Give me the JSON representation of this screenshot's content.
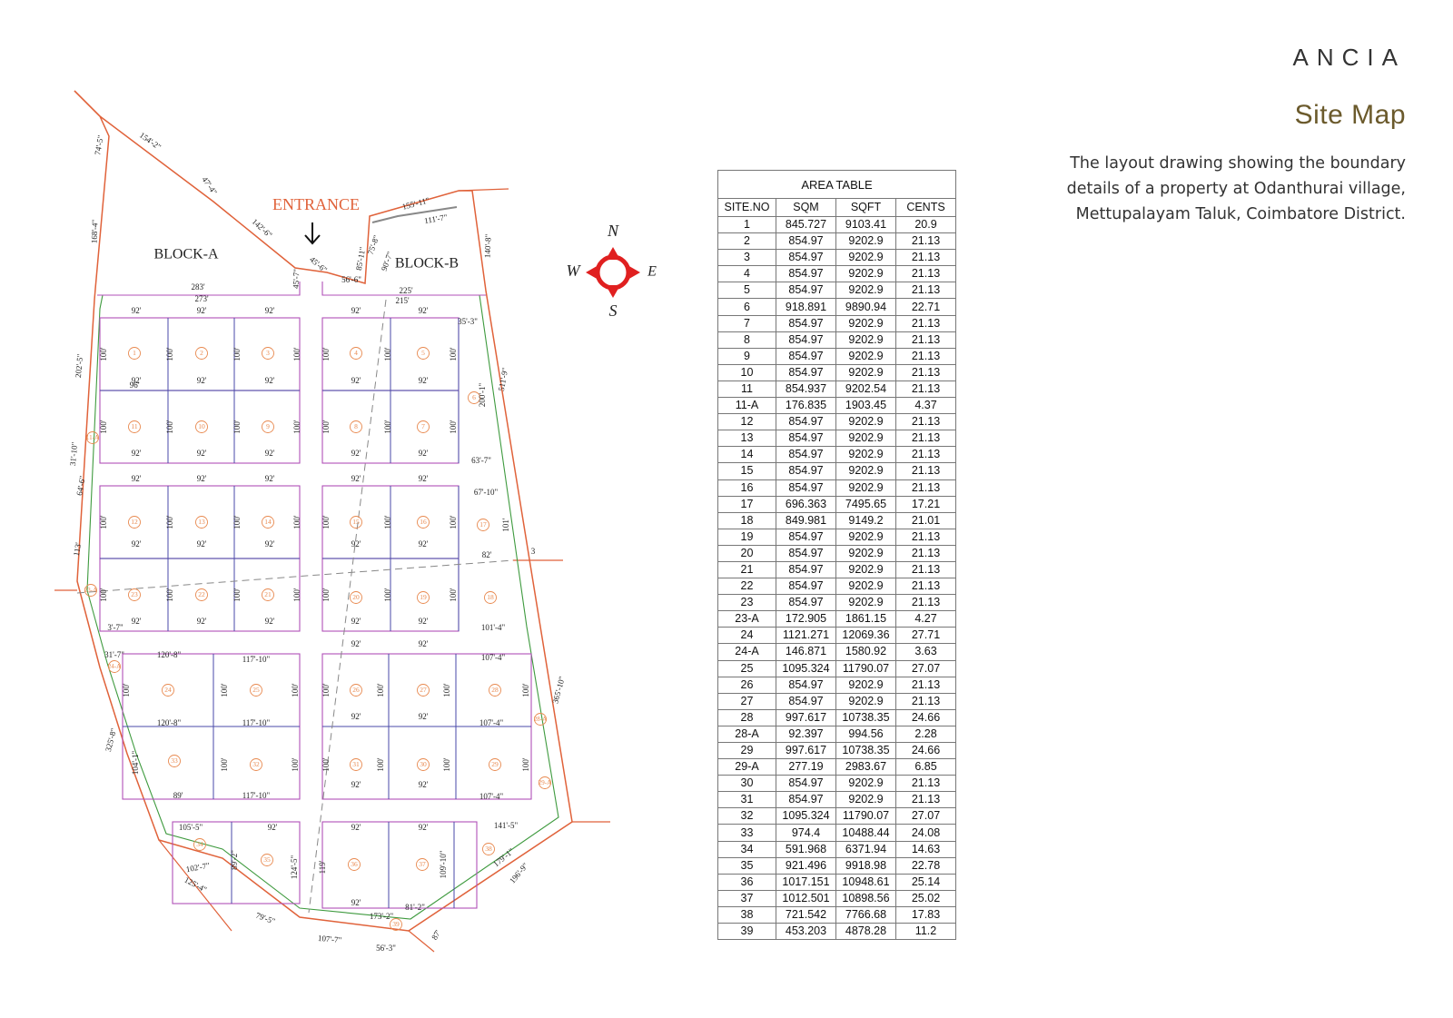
{
  "brand": "ANCIA",
  "title": "Site Map",
  "description": "The layout drawing showing the boundary details of a property at Odanthurai village, Mettupalayam Taluk, Coimbatore District.",
  "map": {
    "entrance_label": "ENTRANCE",
    "block_a_label": "BLOCK-A",
    "block_b_label": "BLOCK-B",
    "compass": {
      "n": "N",
      "s": "S",
      "e": "E",
      "w": "W"
    },
    "colors": {
      "boundary": "#e0623a",
      "block": "#b050b8",
      "plot": "#4a4aa8",
      "green": "#3e9a3e",
      "circle": "#e8894f",
      "road": "#888888"
    },
    "boundary_dims": [
      "74'-5\"",
      "154'-2\"",
      "47'-4\"",
      "142'-6\"",
      "45'-6\"",
      "45'-7\"",
      "56'-6\"",
      "155'-11\"",
      "111'-7\"",
      "75'-8\"",
      "85'-11\"",
      "90'-7\"",
      "140'-8\"",
      "168'-4\"",
      "202'-5\"",
      "31'-10\"",
      "64'-6\"",
      "113'",
      "511'-9\"",
      "365'-10\"",
      "325'-8\"",
      "125'-4\"",
      "79'-5\"",
      "107'-7\"",
      "56'-3\"",
      "87'",
      "196'-9\"",
      "3"
    ],
    "block_dims": [
      "283'",
      "273'",
      "225'",
      "215'",
      "35'-3\"",
      "200'-1\"",
      "63'-7\"",
      "67'-10\"",
      "101'",
      "82'",
      "101'-4\"",
      "107'-4\"",
      "120'-8\"",
      "117'-10\"",
      "31'-7\"",
      "104'-1\"",
      "89'",
      "105'-5\"",
      "102'-7\"",
      "89'-2\"",
      "124'-5\"",
      "119'",
      "109'-10\"",
      "141'-5\"",
      "179'-1\"",
      "81'-2\"",
      "173'-2\"",
      "3'-7\"",
      "96'"
    ],
    "plot_numbers": [
      "1",
      "2",
      "3",
      "4",
      "5",
      "6",
      "7",
      "8",
      "9",
      "10",
      "11",
      "11-A",
      "12",
      "13",
      "14",
      "15",
      "16",
      "17",
      "18",
      "19",
      "20",
      "21",
      "22",
      "23",
      "23-A",
      "24",
      "24-A",
      "25",
      "26",
      "27",
      "28",
      "28-A",
      "29",
      "29-A",
      "30",
      "31",
      "32",
      "33",
      "34",
      "35",
      "36",
      "37",
      "38",
      "39"
    ],
    "plot_width": "92'",
    "plot_depth": "100'"
  },
  "area_table": {
    "caption": "AREA TABLE",
    "headers": [
      "SITE.NO",
      "SQM",
      "SQFT",
      "CENTS"
    ],
    "rows": [
      [
        "1",
        "845.727",
        "9103.41",
        "20.9"
      ],
      [
        "2",
        "854.97",
        "9202.9",
        "21.13"
      ],
      [
        "3",
        "854.97",
        "9202.9",
        "21.13"
      ],
      [
        "4",
        "854.97",
        "9202.9",
        "21.13"
      ],
      [
        "5",
        "854.97",
        "9202.9",
        "21.13"
      ],
      [
        "6",
        "918.891",
        "9890.94",
        "22.71"
      ],
      [
        "7",
        "854.97",
        "9202.9",
        "21.13"
      ],
      [
        "8",
        "854.97",
        "9202.9",
        "21.13"
      ],
      [
        "9",
        "854.97",
        "9202.9",
        "21.13"
      ],
      [
        "10",
        "854.97",
        "9202.9",
        "21.13"
      ],
      [
        "11",
        "854.937",
        "9202.54",
        "21.13"
      ],
      [
        "11-A",
        "176.835",
        "1903.45",
        "4.37"
      ],
      [
        "12",
        "854.97",
        "9202.9",
        "21.13"
      ],
      [
        "13",
        "854.97",
        "9202.9",
        "21.13"
      ],
      [
        "14",
        "854.97",
        "9202.9",
        "21.13"
      ],
      [
        "15",
        "854.97",
        "9202.9",
        "21.13"
      ],
      [
        "16",
        "854.97",
        "9202.9",
        "21.13"
      ],
      [
        "17",
        "696.363",
        "7495.65",
        "17.21"
      ],
      [
        "18",
        "849.981",
        "9149.2",
        "21.01"
      ],
      [
        "19",
        "854.97",
        "9202.9",
        "21.13"
      ],
      [
        "20",
        "854.97",
        "9202.9",
        "21.13"
      ],
      [
        "21",
        "854.97",
        "9202.9",
        "21.13"
      ],
      [
        "22",
        "854.97",
        "9202.9",
        "21.13"
      ],
      [
        "23",
        "854.97",
        "9202.9",
        "21.13"
      ],
      [
        "23-A",
        "172.905",
        "1861.15",
        "4.27"
      ],
      [
        "24",
        "1121.271",
        "12069.36",
        "27.71"
      ],
      [
        "24-A",
        "146.871",
        "1580.92",
        "3.63"
      ],
      [
        "25",
        "1095.324",
        "11790.07",
        "27.07"
      ],
      [
        "26",
        "854.97",
        "9202.9",
        "21.13"
      ],
      [
        "27",
        "854.97",
        "9202.9",
        "21.13"
      ],
      [
        "28",
        "997.617",
        "10738.35",
        "24.66"
      ],
      [
        "28-A",
        "92.397",
        "994.56",
        "2.28"
      ],
      [
        "29",
        "997.617",
        "10738.35",
        "24.66"
      ],
      [
        "29-A",
        "277.19",
        "2983.67",
        "6.85"
      ],
      [
        "30",
        "854.97",
        "9202.9",
        "21.13"
      ],
      [
        "31",
        "854.97",
        "9202.9",
        "21.13"
      ],
      [
        "32",
        "1095.324",
        "11790.07",
        "27.07"
      ],
      [
        "33",
        "974.4",
        "10488.44",
        "24.08"
      ],
      [
        "34",
        "591.968",
        "6371.94",
        "14.63"
      ],
      [
        "35",
        "921.496",
        "9918.98",
        "22.78"
      ],
      [
        "36",
        "1017.151",
        "10948.61",
        "25.14"
      ],
      [
        "37",
        "1012.501",
        "10898.56",
        "25.02"
      ],
      [
        "38",
        "721.542",
        "7766.68",
        "17.83"
      ],
      [
        "39",
        "453.203",
        "4878.28",
        "11.2"
      ]
    ]
  }
}
